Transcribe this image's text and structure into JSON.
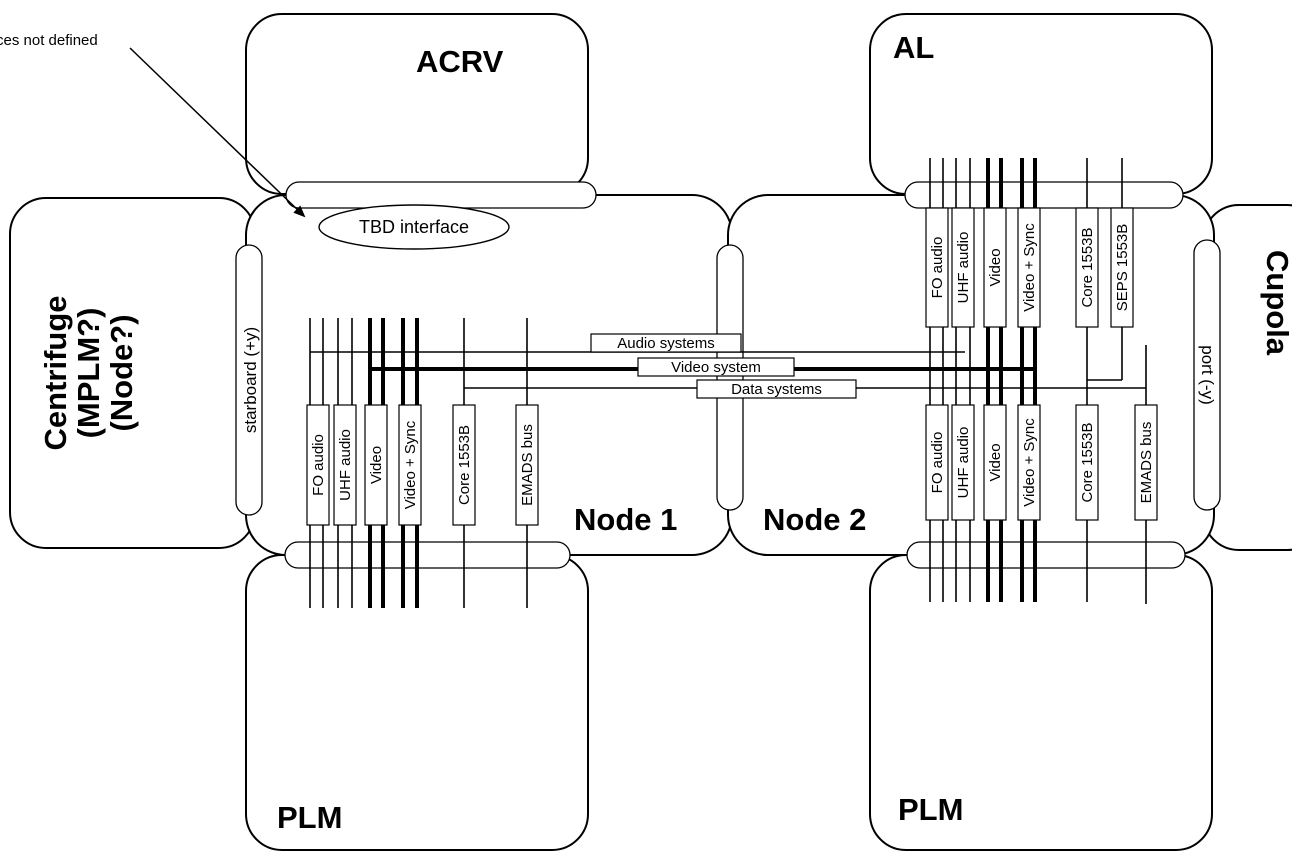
{
  "note": {
    "text": "ces not defined",
    "callout": "TBD interface"
  },
  "modules": {
    "acrv": "ACRV",
    "al": "AL",
    "plm_left": "PLM",
    "plm_right": "PLM",
    "node1": "Node 1",
    "node2": "Node 2",
    "centrifuge_lines": [
      "Centrifuge",
      "(MPLM?)",
      "(Node?)"
    ],
    "cupola": "Cupola"
  },
  "ports": {
    "starboard": "starboard (+y)",
    "port": "port (-y)"
  },
  "buses": {
    "node1": [
      "FO audio",
      "UHF audio",
      "Video",
      "Video + Sync",
      "Core 1553B",
      "EMADS bus"
    ],
    "node2_top": [
      "FO audio",
      "UHF audio",
      "Video",
      "Video + Sync",
      "Core 1553B",
      "SEPS 1553B"
    ],
    "node2_bottom": [
      "FO audio",
      "UHF audio",
      "Video",
      "Video + Sync",
      "Core 1553B",
      "EMADS bus"
    ]
  },
  "systems": {
    "audio": "Audio systems",
    "video": "Video system",
    "data": "Data systems"
  }
}
